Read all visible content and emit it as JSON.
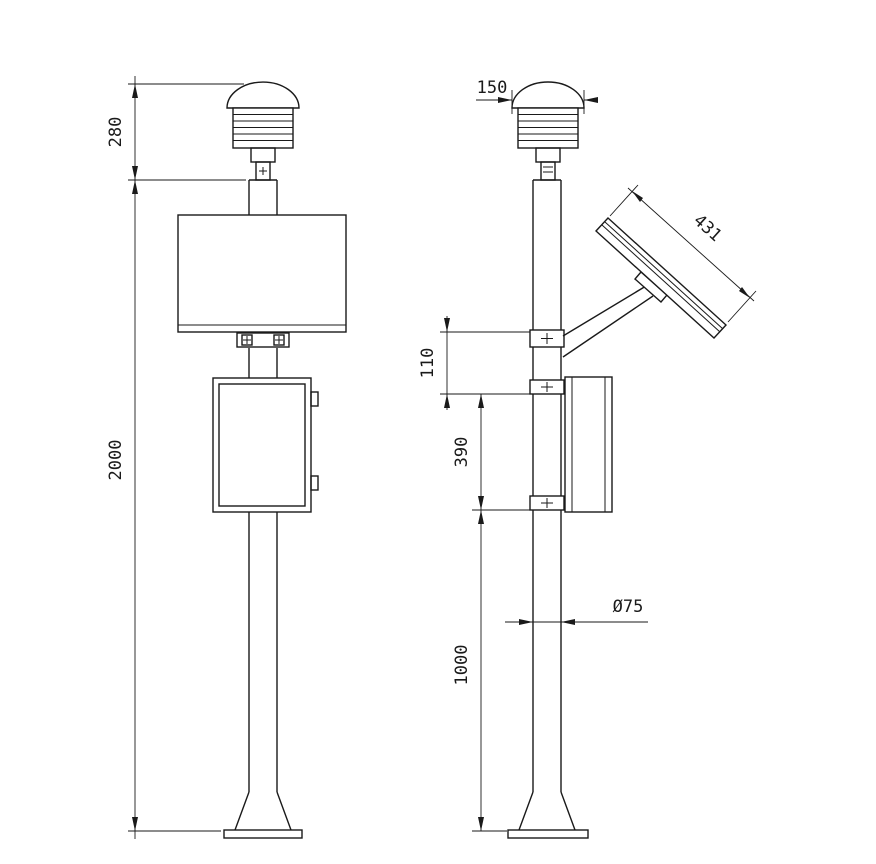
{
  "drawing_type": "pole-mounted weather station dimensional drawing, front and side views",
  "colors": {
    "line": "#1a1a1a",
    "background": "#ffffff"
  },
  "dimensions": {
    "sensor_height": "280",
    "pole_height": "2000",
    "sensor_width": "150",
    "solar_panel_length": "431",
    "upper_bracket_spacing": "110",
    "box_bracket_spacing": "390",
    "lower_section_height": "1000",
    "pole_diameter": "Ø75"
  }
}
